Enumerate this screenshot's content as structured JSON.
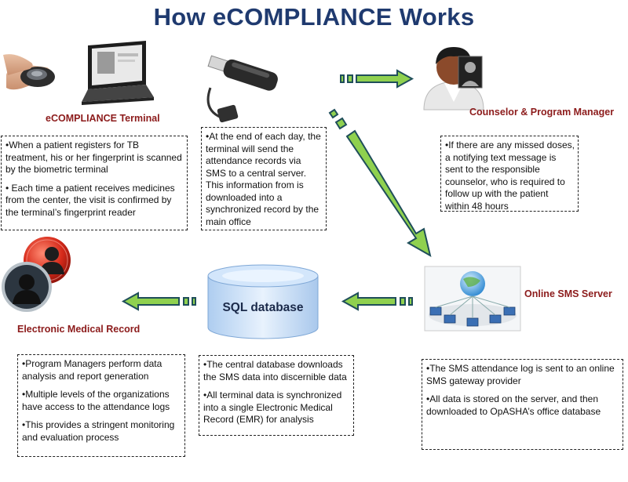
{
  "title": "How eCOMPLIANCE Works",
  "nodes": {
    "terminal": {
      "label": "eCOMPLIANCE Terminal"
    },
    "counselor": {
      "label": "Counselor & Program Manager"
    },
    "sms_server": {
      "label": "Online SMS Server"
    },
    "sql": {
      "label": "SQL database"
    },
    "emr": {
      "label": "Electronic Medical Record"
    }
  },
  "boxes": {
    "terminal": [
      "•When a patient registers for TB treatment, his or her fingerprint is scanned by the biometric terminal",
      "• Each time a patient receives medicines from the center, the visit is confirmed by the terminal’s fingerprint reader"
    ],
    "upload": [
      "•At the end of each day, the terminal will send the attendance records via SMS to a central server. This information from is downloaded into a synchronized record by the main office"
    ],
    "counselor": [
      "•If there are any missed doses, a notifying text message is sent to the responsible counselor, who is required to follow up with the patient within 48 hours"
    ],
    "emr": [
      "•Program Managers perform data analysis and report generation",
      "•Multiple levels of the organizations have access to the attendance logs",
      "•This provides a stringent monitoring and evaluation process"
    ],
    "sql": [
      "•The central database downloads the SMS data into discernible data",
      "•All terminal data is synchronized into a single Electronic Medical Record (EMR) for analysis"
    ],
    "sms": [
      "•The SMS attendance log is sent to an online SMS gateway provider",
      "•All data is stored on the server, and then downloaded to OpASHA’s office database"
    ]
  },
  "colors": {
    "arrow_fill": "#8fd14f",
    "arrow_stroke": "#1f4e5a",
    "title": "#1f3a6f",
    "label": "#8c1b1b"
  },
  "icons": [
    "fingerprint-scanner-icon",
    "laptop-icon",
    "usb-modem-icon",
    "person-icon",
    "database-icon",
    "server-network-icon",
    "emr-person-icon"
  ]
}
